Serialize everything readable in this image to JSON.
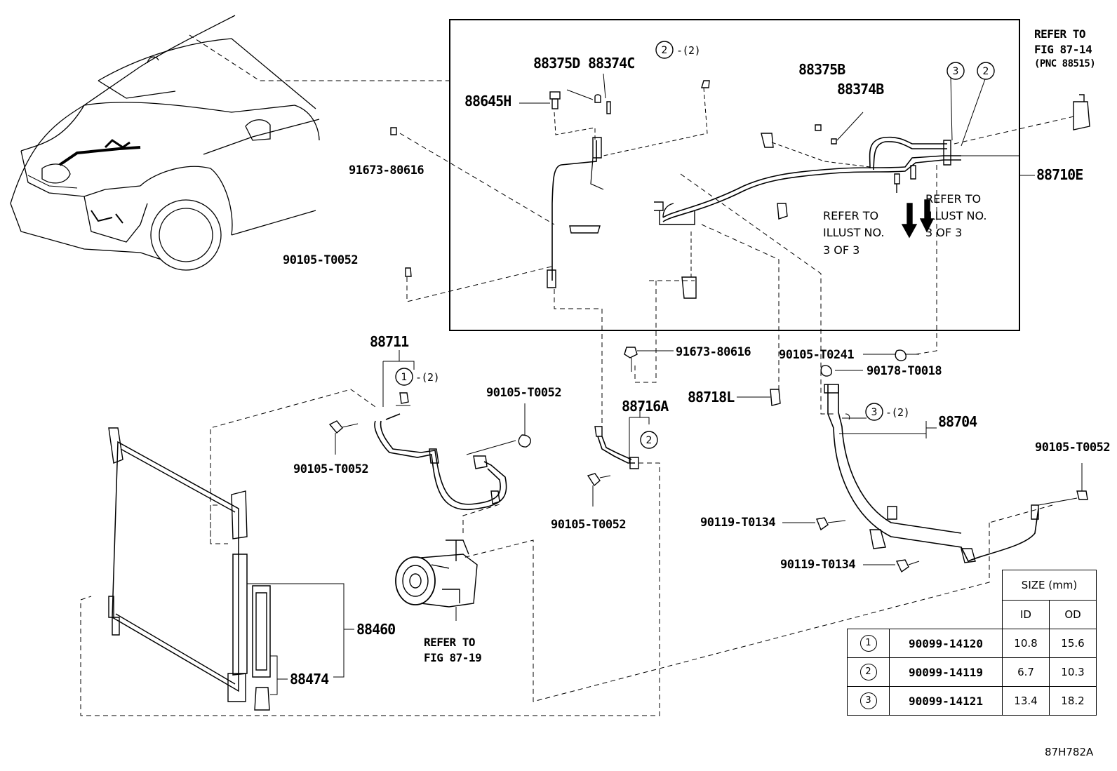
{
  "labels": {
    "p88375D": "88375D",
    "p88374C": "88374C",
    "p88645H": "88645H",
    "p91673_80616_top": "91673-80616",
    "p90105_T0052_a": "90105-T0052",
    "p88375B": "88375B",
    "p88374B": "88374B",
    "p88710E": "88710E",
    "p88711": "88711",
    "p90105_T0052_b": "90105-T0052",
    "p90105_T0052_c": "90105-T0052",
    "p91673_80616_mid": "91673-80616",
    "p90105_T0241": "90105-T0241",
    "p90178_T0018": "90178-T0018",
    "p88718L": "88718L",
    "p88716A": "88716A",
    "p90105_T0052_d": "90105-T0052",
    "p88704": "88704",
    "p90105_T0052_e": "90105-T0052",
    "p90119_T0134_a": "90119-T0134",
    "p90119_T0134_b": "90119-T0134",
    "p88460": "88460",
    "p88474": "88474"
  },
  "qty": {
    "q2_top": "-(2)",
    "q1": "-(2)",
    "q3": "-(2)"
  },
  "callouts": {
    "c1": "1",
    "c2": "2",
    "c3": "3"
  },
  "refs": {
    "refer_fig_87_14_line1": "REFER TO",
    "refer_fig_87_14_line2": "FIG 87-14",
    "refer_fig_87_14_line3": "(PNC 88515)",
    "refer_illust_left_1": "REFER TO",
    "refer_illust_left_2": "ILLUST NO.",
    "refer_illust_left_3": "3 OF 3",
    "refer_illust_right_1": "REFER TO",
    "refer_illust_right_2": "ILLUST NO.",
    "refer_illust_right_3": "3 OF 3",
    "refer_fig_87_19_line1": "REFER TO",
    "refer_fig_87_19_line2": "FIG 87-19"
  },
  "size_table": {
    "header": "SIZE (mm)",
    "col_id": "ID",
    "col_od": "OD",
    "rows": [
      {
        "mark": "1",
        "part": "90099-14120",
        "id": "10.8",
        "od": "15.6"
      },
      {
        "mark": "2",
        "part": "90099-14119",
        "id": "6.7",
        "od": "10.3"
      },
      {
        "mark": "3",
        "part": "90099-14121",
        "id": "13.4",
        "od": "18.2"
      }
    ]
  },
  "figure_code": "87H782A"
}
